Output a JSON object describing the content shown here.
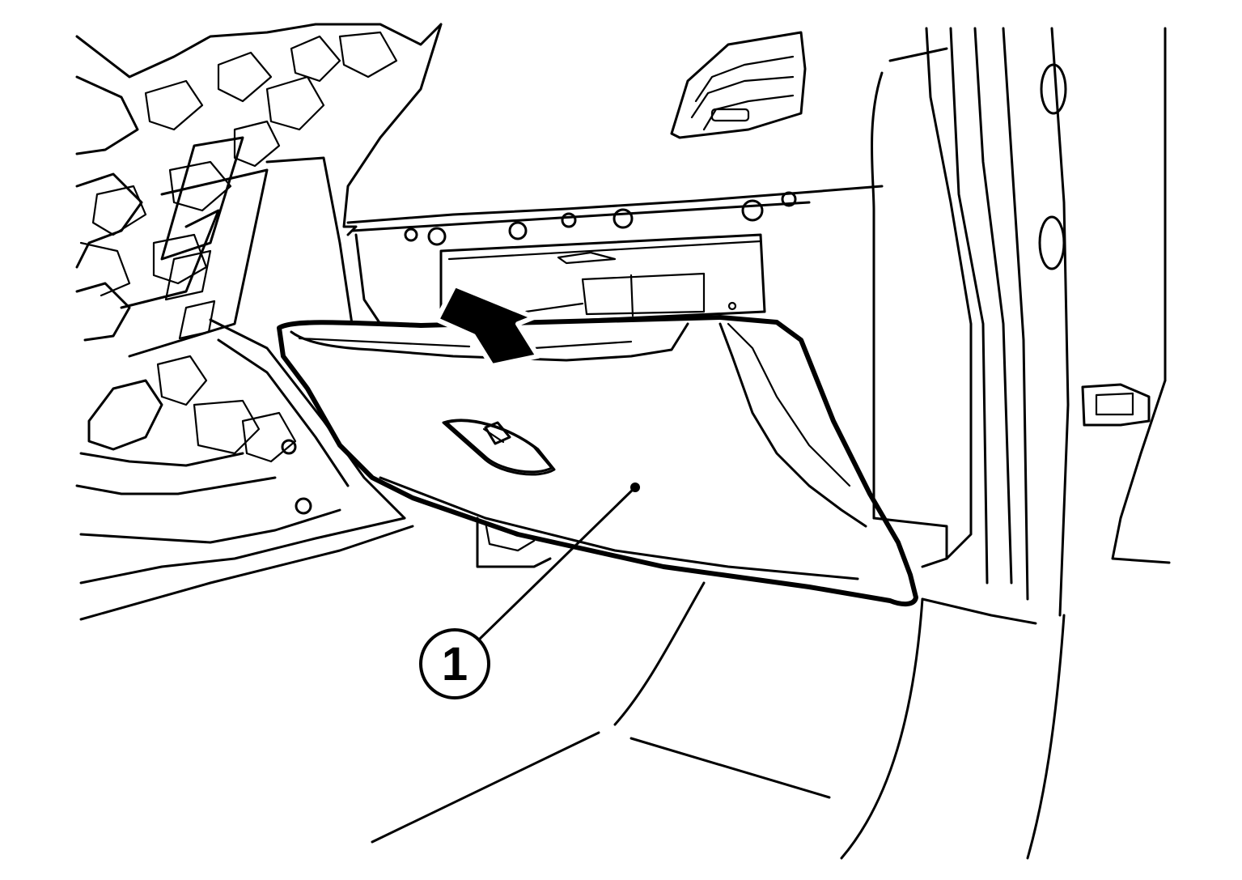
{
  "diagram": {
    "callouts": [
      {
        "number": "1",
        "part": "glove box"
      }
    ],
    "direction_arrow": "up-left",
    "colors": {
      "line": "#000000",
      "background": "#ffffff",
      "fill_pattern": "dotted"
    }
  }
}
